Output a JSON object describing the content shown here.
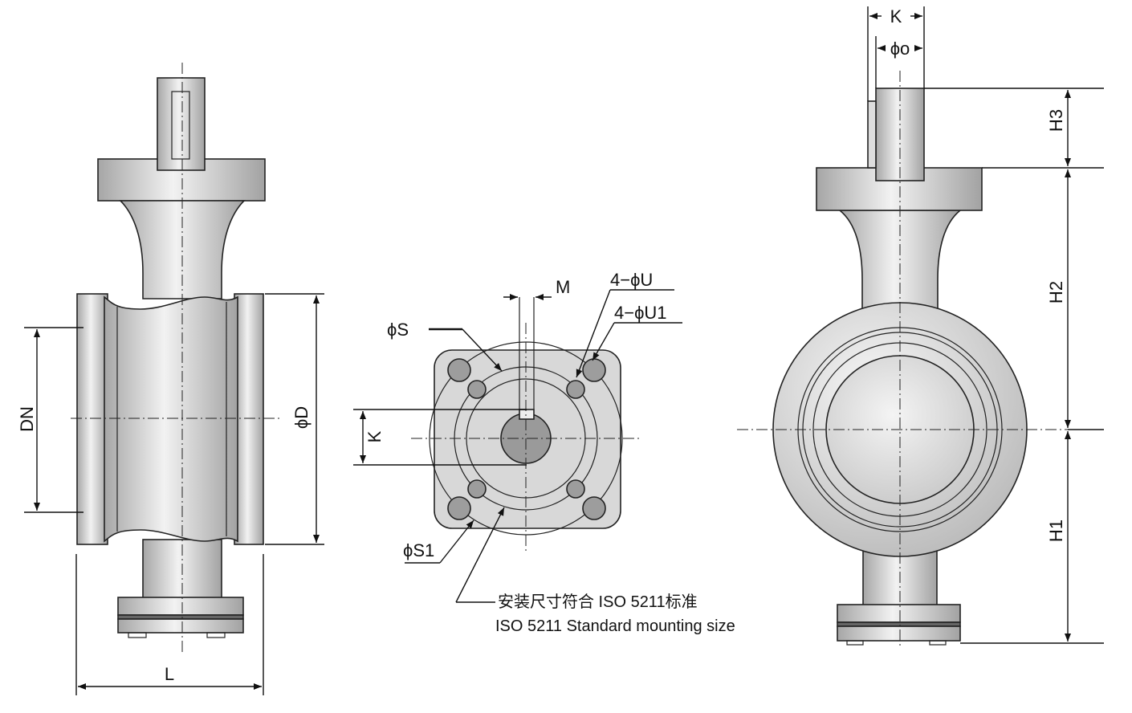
{
  "views": {
    "front": {
      "labels": {
        "dn": "DN",
        "phi_d": "ϕD",
        "l": "L"
      }
    },
    "top": {
      "labels": {
        "m": "M",
        "four_u": "4−ϕU",
        "four_u1": "4−ϕU1",
        "phi_s": "ϕS",
        "k": "K",
        "phi_s1": "ϕS1"
      },
      "note": {
        "line1": "安装尺寸符合 ISO 5211标准",
        "line2": "ISO 5211 Standard mounting size"
      }
    },
    "side": {
      "labels": {
        "k": "K",
        "phi_o": "ϕo",
        "h3": "H3",
        "h2": "H2",
        "h1": "H1"
      }
    }
  },
  "colors": {
    "line": "#222222",
    "metal_light": "#eeeeee",
    "metal_mid": "#c8c8c8",
    "metal_dark": "#9a9a9a",
    "hole": "#9d9d9d"
  }
}
